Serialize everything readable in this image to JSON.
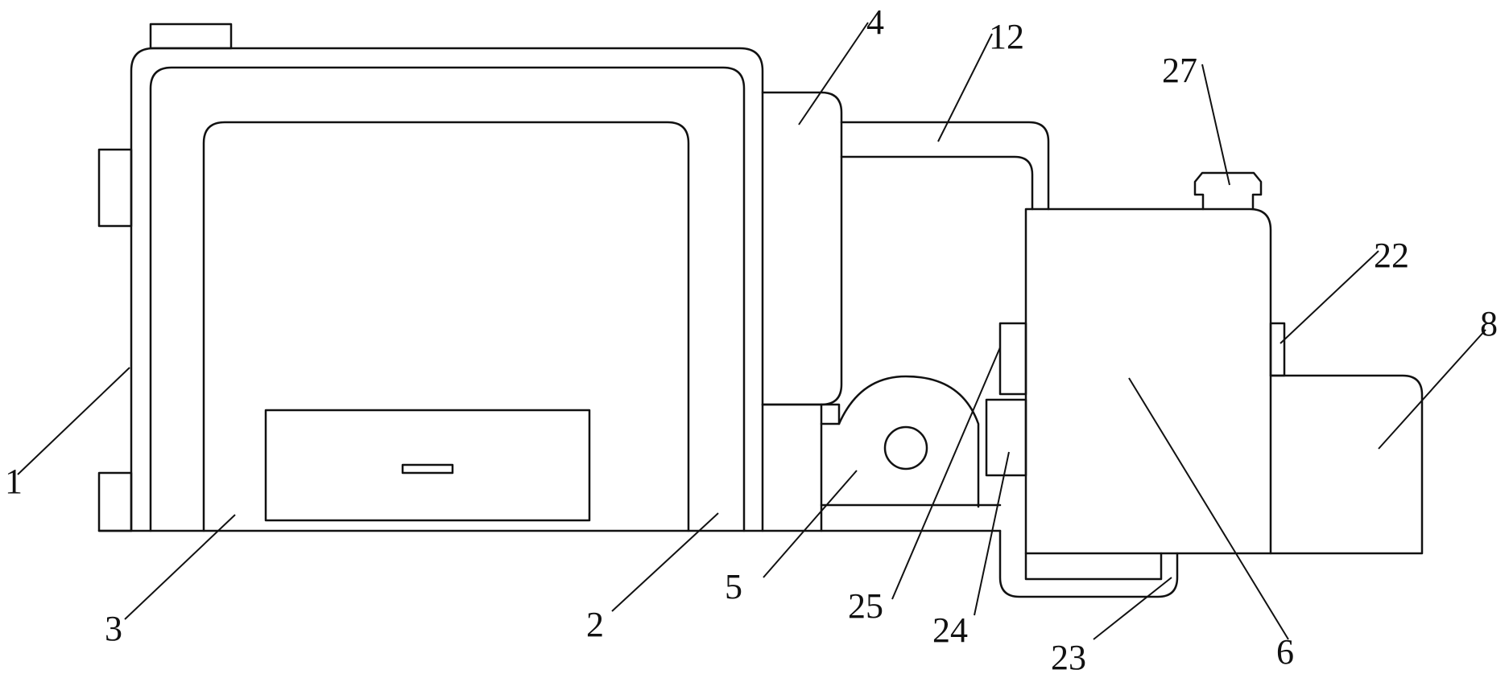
{
  "labels": {
    "l1": "1",
    "l2": "2",
    "l3": "3",
    "l4": "4",
    "l5": "5",
    "l6": "6",
    "l8": "8",
    "l12": "12",
    "l22": "22",
    "l23": "23",
    "l24": "24",
    "l25": "25",
    "l27": "27"
  },
  "colors": {
    "line": "#111111",
    "background": "#ffffff"
  }
}
